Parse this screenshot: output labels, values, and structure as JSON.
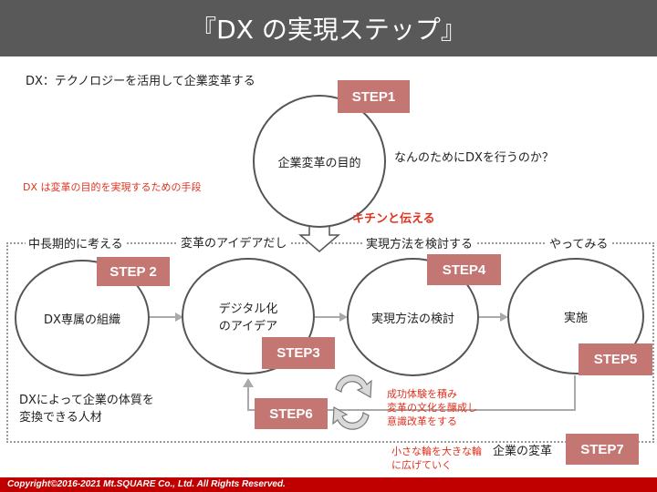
{
  "header": {
    "title": "『DX の実現ステップ』"
  },
  "intro": {
    "definition": "DX：テクノロジーを活用して企業変革する",
    "means_note": "DX は変革の目的を実現するための手段",
    "question": "なんのためにDXを行うのか？",
    "communicate": "キチンと伝える"
  },
  "purpose_node": {
    "label": "企業変革の目的",
    "step": "STEP1"
  },
  "phases": [
    "中長期的に考える",
    "変革のアイデアだし",
    "実現方法を検討する",
    "やってみる"
  ],
  "nodes": {
    "org": {
      "label": "DX専属の組織",
      "step": "STEP 2"
    },
    "idea": {
      "line1": "デジタル化",
      "line2": "のアイデア",
      "step": "STEP3"
    },
    "method": {
      "label": "実現方法の検討",
      "step": "STEP4"
    },
    "exec": {
      "label": "実施",
      "step": "STEP5"
    }
  },
  "talent": {
    "line1": "DXによって企業の体質を",
    "line2": "変換できる人材"
  },
  "cycle": {
    "step": "STEP6",
    "line1": "成功体験を積み",
    "line2": "変革の文化を醸成し",
    "line3": "意識改革をする"
  },
  "final": {
    "label": "企業の変革",
    "step": "STEP7",
    "line1": "小さな輪を大きな輪",
    "line2": "に広げていく"
  },
  "footer": {
    "copyright": "Copyright©2016-2021 Mt.SQUARE  Co., Ltd. All Rights Reserved."
  },
  "colors": {
    "accent_red": "#e0311f",
    "step_fill": "#c47673",
    "title_bar": "#595959",
    "footer_bar": "#c00000"
  }
}
